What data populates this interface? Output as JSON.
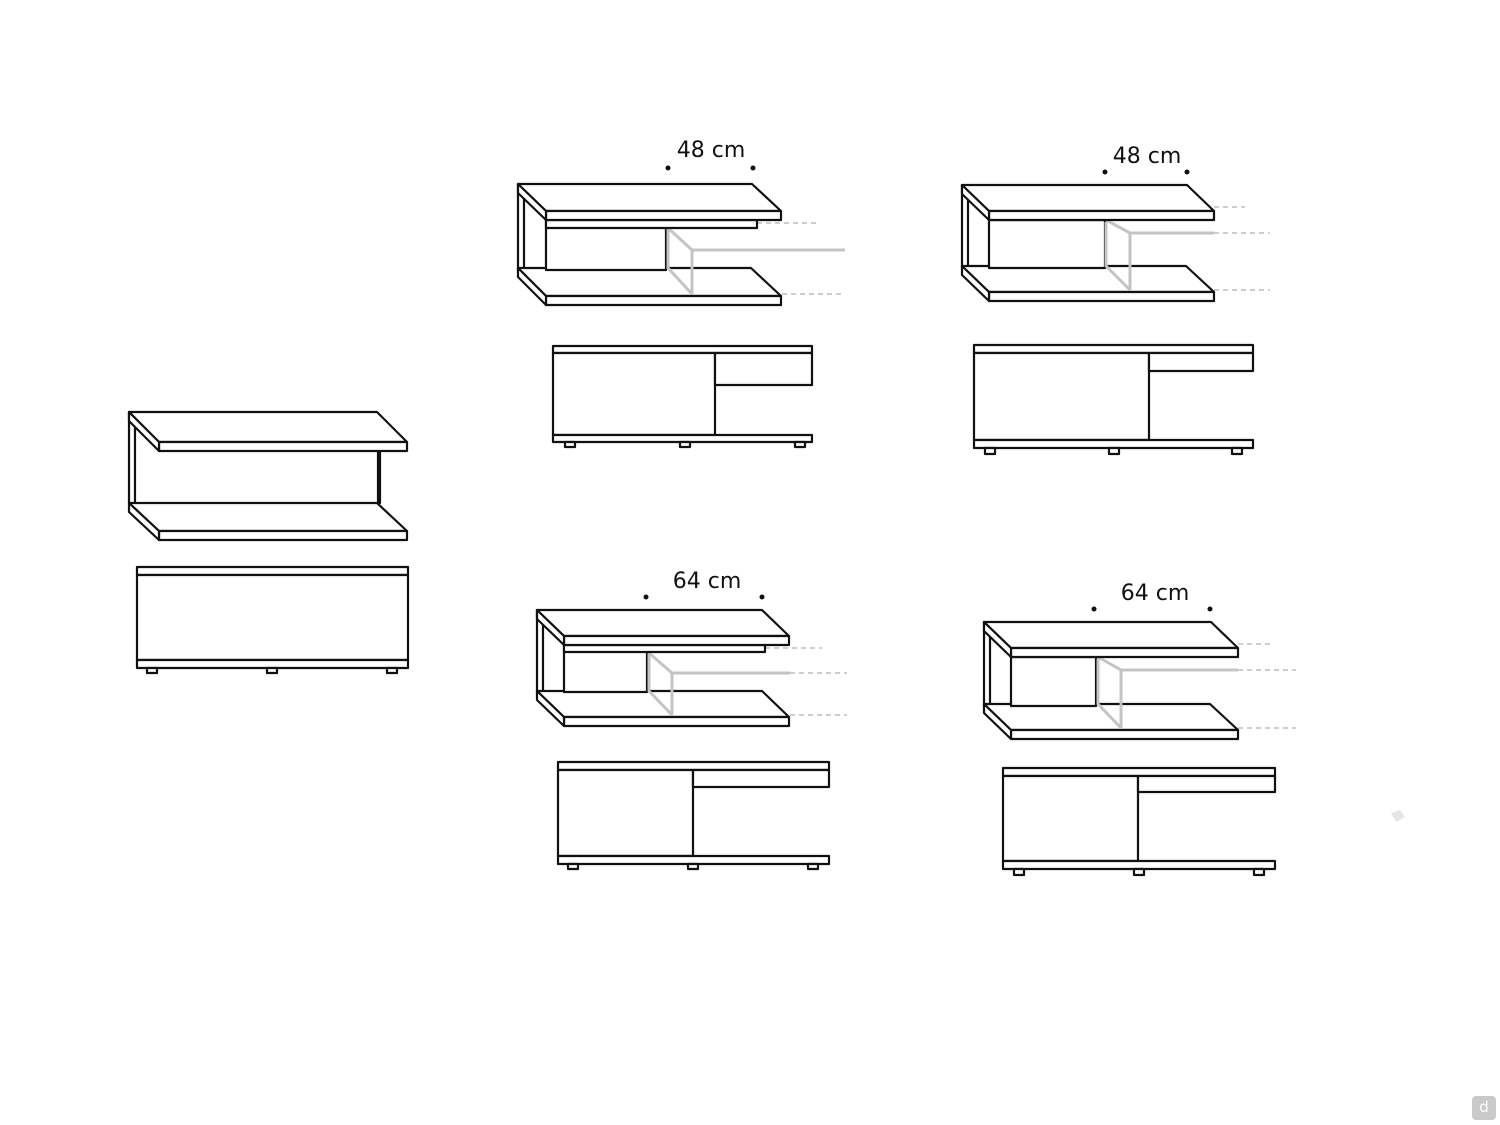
{
  "dimensions": {
    "label_a": "48 cm",
    "label_b": "48 cm",
    "label_c": "64 cm",
    "label_d": "64 cm"
  },
  "colors": {
    "line": "#111111",
    "extension_line": "#c4c4c4",
    "background": "#ffffff"
  },
  "brand": {
    "badge": "d"
  }
}
